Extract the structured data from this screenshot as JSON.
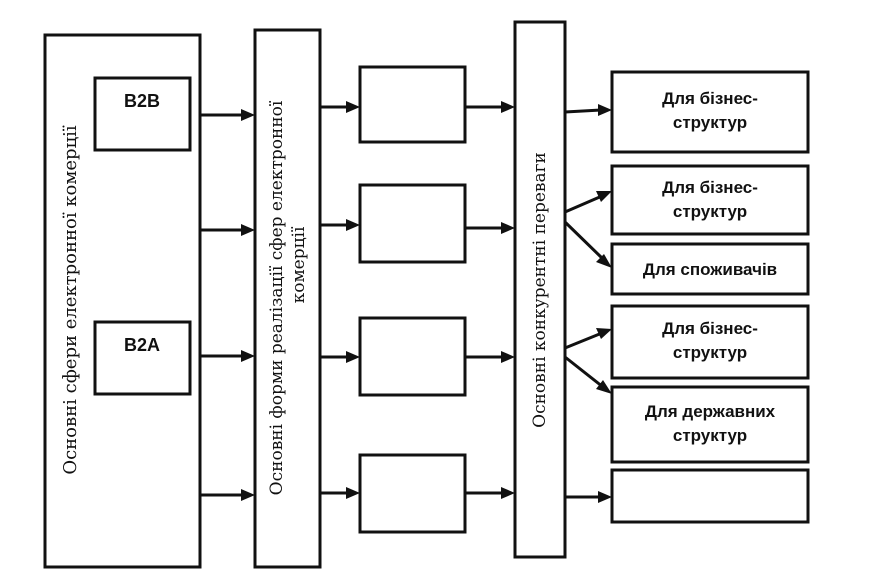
{
  "columns": {
    "spheres": {
      "title": "Основні сфери електронної комерції",
      "items": [
        "B2B",
        "B2A"
      ]
    },
    "forms": {
      "title_line1": "Основні форми реалізації сфер електронної",
      "title_line2": "комерції",
      "items": [
        "",
        "",
        "",
        ""
      ]
    },
    "advantages": {
      "title": "Основні конкурентні переваги"
    },
    "targets": {
      "items": [
        {
          "line1": "Для бізнес-",
          "line2": "структур"
        },
        {
          "line1": "Для бізнес-",
          "line2": "структур"
        },
        {
          "line1": "Для споживачів",
          "line2": ""
        },
        {
          "line1": "Для бізнес-",
          "line2": "структур"
        },
        {
          "line1": "Для державних",
          "line2": "структур"
        },
        {
          "line1": "",
          "line2": ""
        }
      ]
    }
  }
}
